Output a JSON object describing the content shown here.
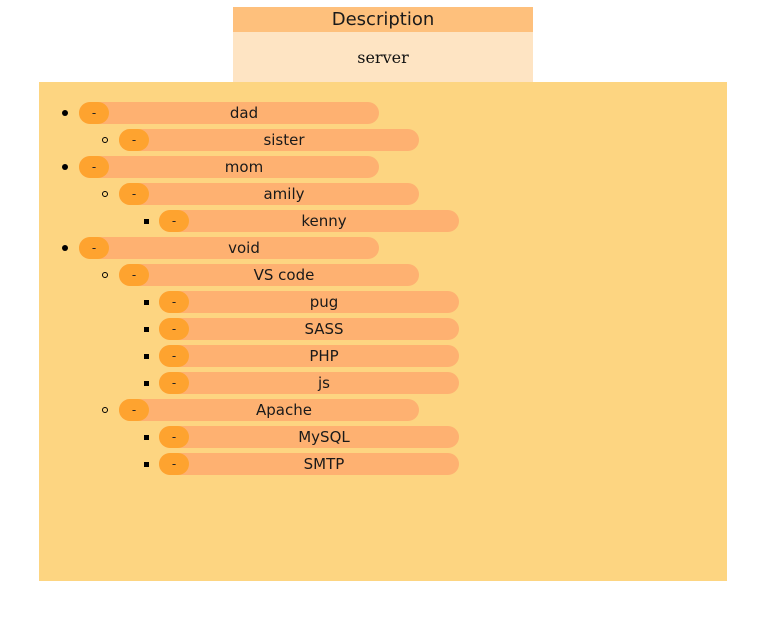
{
  "description": {
    "header": "Description",
    "value": "server"
  },
  "tree": {
    "toggle_label": "-",
    "nodes": [
      {
        "label": "dad",
        "depth": 0
      },
      {
        "label": "sister",
        "depth": 1
      },
      {
        "label": "mom",
        "depth": 0
      },
      {
        "label": "amily",
        "depth": 1
      },
      {
        "label": "kenny",
        "depth": 2
      },
      {
        "label": "void",
        "depth": 0
      },
      {
        "label": "VS code",
        "depth": 1
      },
      {
        "label": "pug",
        "depth": 2
      },
      {
        "label": "SASS",
        "depth": 2
      },
      {
        "label": "PHP",
        "depth": 2
      },
      {
        "label": "js",
        "depth": 2
      },
      {
        "label": "Apache",
        "depth": 1
      },
      {
        "label": "MySQL",
        "depth": 2
      },
      {
        "label": "SMTP",
        "depth": 2
      }
    ]
  },
  "colors": {
    "panel_background": "#fdd581",
    "node_background": "#feb171",
    "toggle_background": "#fea32f",
    "description_header": "#fec07c",
    "description_body": "#fee4c3"
  }
}
